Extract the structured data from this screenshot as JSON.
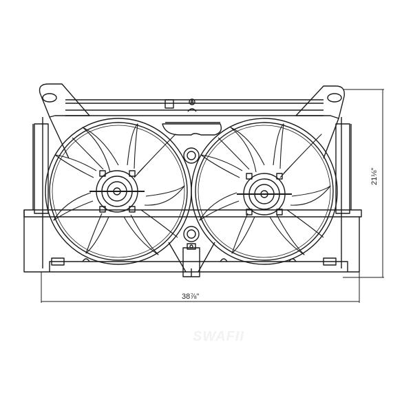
{
  "diagram": {
    "subject": "Dual radiator cooling fan assembly (front view line drawing)",
    "line_color": "#1a1a1a",
    "background": "#ffffff",
    "dimensions": {
      "width_label": "38⅞\"",
      "height_label": "21⅛\""
    },
    "components": [
      "shroud-frame",
      "left-fan",
      "right-fan",
      "left-motor-hub",
      "right-motor-hub",
      "left-mounting-ear",
      "right-mounting-ear",
      "center-connector",
      "top-rail"
    ],
    "watermark": "SWAFII"
  }
}
